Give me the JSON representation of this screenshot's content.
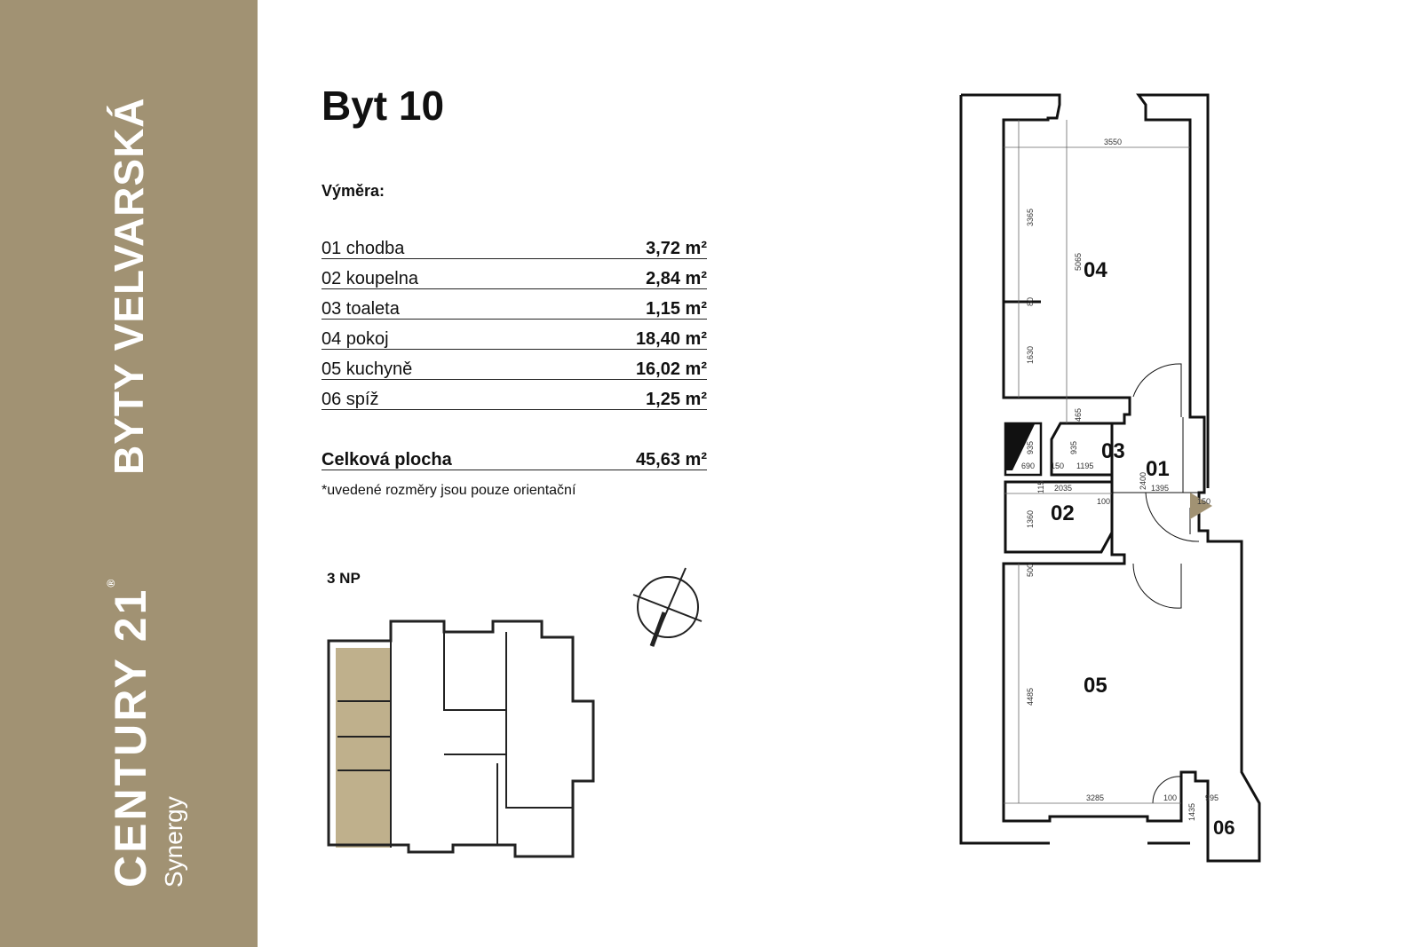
{
  "sidebar": {
    "project": "BYTY VELVARSKÁ",
    "brand": "CENTURY 21",
    "brand_mark": "®",
    "sub": "Synergy",
    "color": "#a19273"
  },
  "title": "Byt 10",
  "area_label": "Výměra:",
  "rooms": [
    {
      "name": "01 chodba",
      "area": "3,72 m²"
    },
    {
      "name": "02 koupelna",
      "area": "2,84 m²"
    },
    {
      "name": "03 toaleta",
      "area": "1,15 m²"
    },
    {
      "name": "04 pokoj",
      "area": "18,40 m²"
    },
    {
      "name": "05 kuchyně",
      "area": "16,02 m²"
    },
    {
      "name": "06 spíž",
      "area": "1,25 m²"
    }
  ],
  "total": {
    "label": "Celková plocha",
    "area": "45,63 m²"
  },
  "note": "*uvedené rozměry jsou pouze orientační",
  "floor": "3 NP",
  "plan": {
    "room_labels": [
      "04",
      "03",
      "01",
      "02",
      "05",
      "06"
    ],
    "dims": [
      "3550",
      "3365",
      "5065",
      "80",
      "1630",
      "465",
      "935",
      "690",
      "150",
      "1195",
      "935",
      "115",
      "2035",
      "100",
      "2400",
      "1395",
      "150",
      "1360",
      "500",
      "4485",
      "3285",
      "100",
      "1435",
      "995"
    ]
  }
}
